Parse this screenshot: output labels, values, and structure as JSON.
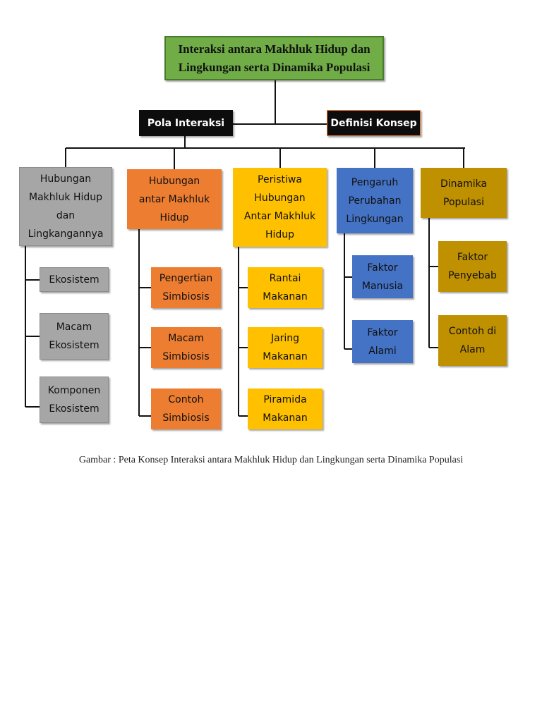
{
  "colors": {
    "root": "#70ad47",
    "dark": "#0d0d0d",
    "grey": "#a6a6a6",
    "orange": "#ed7d31",
    "yellow": "#ffc000",
    "blue": "#4472c4",
    "gold": "#bf9000",
    "connector": "#111111"
  },
  "root": {
    "line1": "Interaksi antara Makhluk Hidup dan",
    "line2": "Lingkungan serta Dinamika Populasi"
  },
  "pola_interaksi": "Pola Interaksi",
  "definisi_konsep": "Definisi Konsep",
  "categories": [
    {
      "lines": [
        "Hubungan",
        "Makhluk Hidup",
        "dan",
        "Lingkangannya"
      ],
      "children": [
        [
          "Ekosistem"
        ],
        [
          "Macam",
          "Ekosistem"
        ],
        [
          "Komponen",
          "Ekosistem"
        ]
      ]
    },
    {
      "lines": [
        "Hubungan",
        "antar Makhluk",
        "Hidup"
      ],
      "children": [
        [
          "Pengertian",
          "Simbiosis"
        ],
        [
          "Macam",
          "Simbiosis"
        ],
        [
          "Contoh",
          "Simbiosis"
        ]
      ]
    },
    {
      "lines": [
        "Peristiwa",
        "Hubungan",
        "Antar Makhluk",
        "Hidup"
      ],
      "children": [
        [
          "Rantai",
          "Makanan"
        ],
        [
          "Jaring",
          "Makanan"
        ],
        [
          "Piramida",
          "Makanan"
        ]
      ]
    },
    {
      "lines": [
        "Pengaruh",
        "Perubahan",
        "Lingkungan"
      ],
      "children": [
        [
          "Faktor",
          "Manusia"
        ],
        [
          "Faktor",
          "Alami"
        ]
      ]
    },
    {
      "lines": [
        "Dinamika",
        "Populasi"
      ],
      "children": [
        [
          "Faktor",
          "Penyebab"
        ],
        [
          "Contoh di",
          "Alam"
        ]
      ]
    }
  ],
  "caption": "Gambar : Peta Konsep Interaksi antara Makhluk Hidup dan Lingkungan serta Dinamika Populasi"
}
